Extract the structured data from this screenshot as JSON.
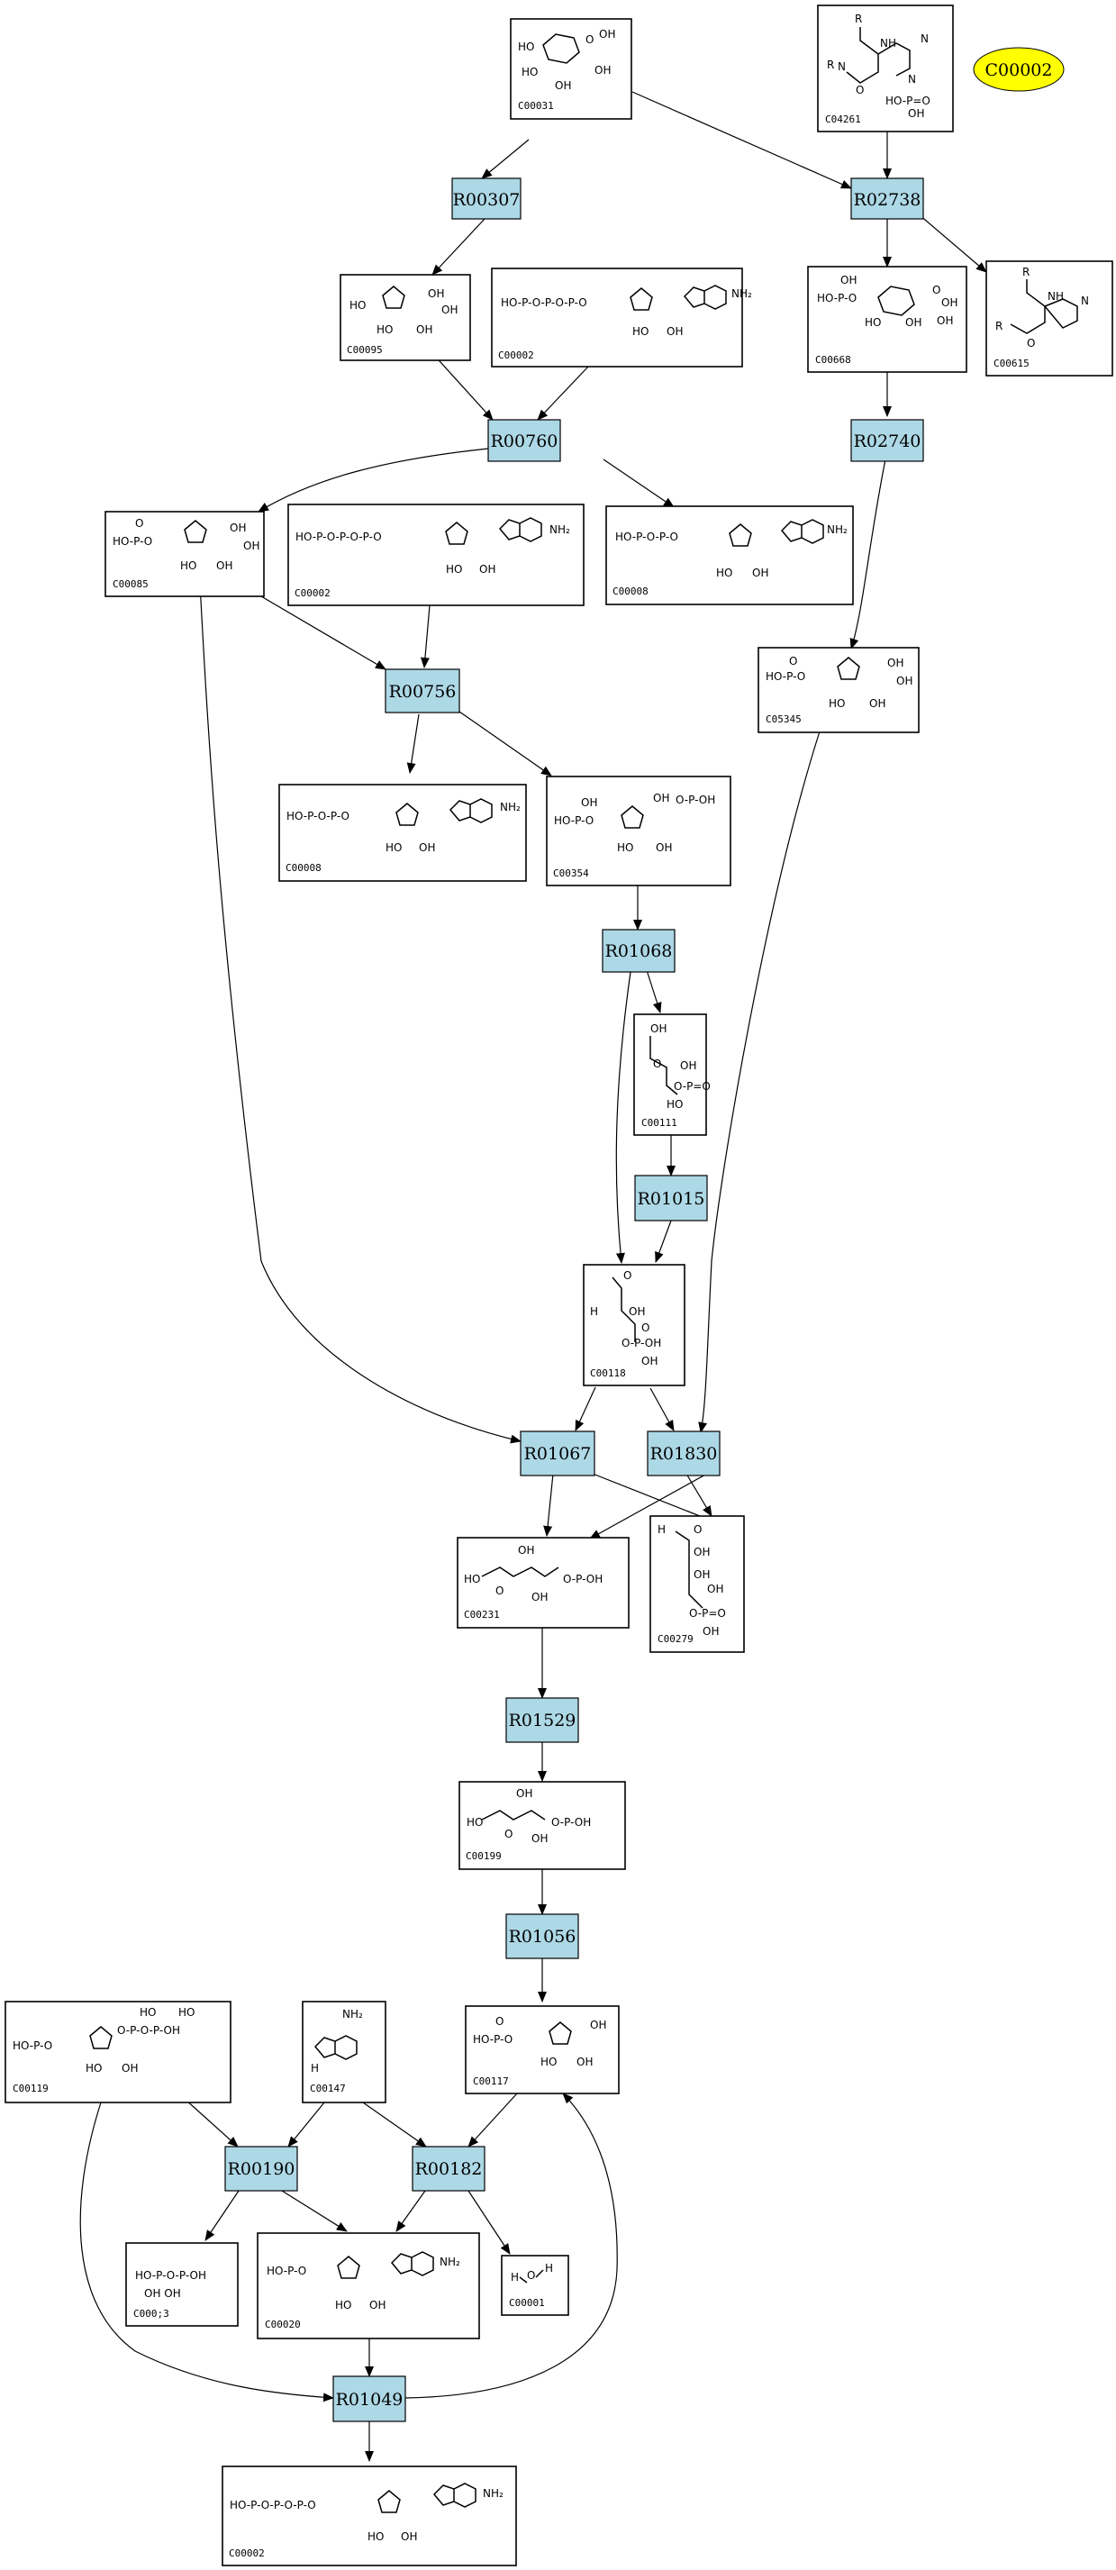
{
  "highlight": {
    "label": "C00002",
    "color": "#ffff00"
  },
  "colors": {
    "reaction_fill": "#add8e6",
    "highlight_fill": "#ffff00"
  },
  "compounds": [
    {
      "id": "C00031"
    },
    {
      "id": "C04261"
    },
    {
      "id": "C00095"
    },
    {
      "id": "C00002"
    },
    {
      "id": "C00668"
    },
    {
      "id": "C00615"
    },
    {
      "id": "C00085"
    },
    {
      "id": "C00002"
    },
    {
      "id": "C00008"
    },
    {
      "id": "C05345"
    },
    {
      "id": "C00008"
    },
    {
      "id": "C00354"
    },
    {
      "id": "C00111"
    },
    {
      "id": "C00118"
    },
    {
      "id": "C00231"
    },
    {
      "id": "C00279"
    },
    {
      "id": "C00199"
    },
    {
      "id": "C00119"
    },
    {
      "id": "C00147"
    },
    {
      "id": "C00117"
    },
    {
      "id": "C000;3"
    },
    {
      "id": "C00020"
    },
    {
      "id": "C00001"
    },
    {
      "id": "C00002"
    }
  ],
  "reactions": [
    {
      "id": "R00307"
    },
    {
      "id": "R02738"
    },
    {
      "id": "R00760"
    },
    {
      "id": "R02740"
    },
    {
      "id": "R00756"
    },
    {
      "id": "R01068"
    },
    {
      "id": "R01015"
    },
    {
      "id": "R01067"
    },
    {
      "id": "R01830"
    },
    {
      "id": "R01529"
    },
    {
      "id": "R01056"
    },
    {
      "id": "R00190"
    },
    {
      "id": "R00182"
    },
    {
      "id": "R01049"
    }
  ]
}
